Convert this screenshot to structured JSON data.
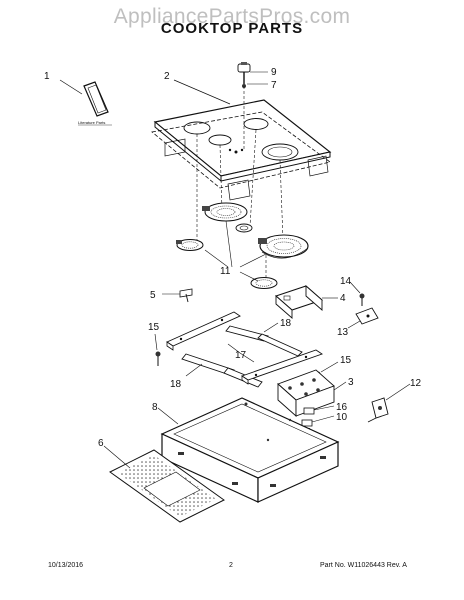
{
  "watermark": "AppliancePartsPros.com",
  "title": "COOKTOP PARTS",
  "literature_label": "Literature Parts",
  "callouts": {
    "c1": "1",
    "c2": "2",
    "c3": "3",
    "c4": "4",
    "c5": "5",
    "c6": "6",
    "c7": "7",
    "c8": "8",
    "c9": "9",
    "c10": "10",
    "c11": "11",
    "c12": "12",
    "c13": "13",
    "c14": "14",
    "c15a": "15",
    "c15b": "15",
    "c16": "16",
    "c17": "17",
    "c18a": "18",
    "c18b": "18"
  },
  "footer": {
    "date": "10/13/2016",
    "page": "2",
    "part_no": "Part No. W11026443  Rev. A"
  }
}
